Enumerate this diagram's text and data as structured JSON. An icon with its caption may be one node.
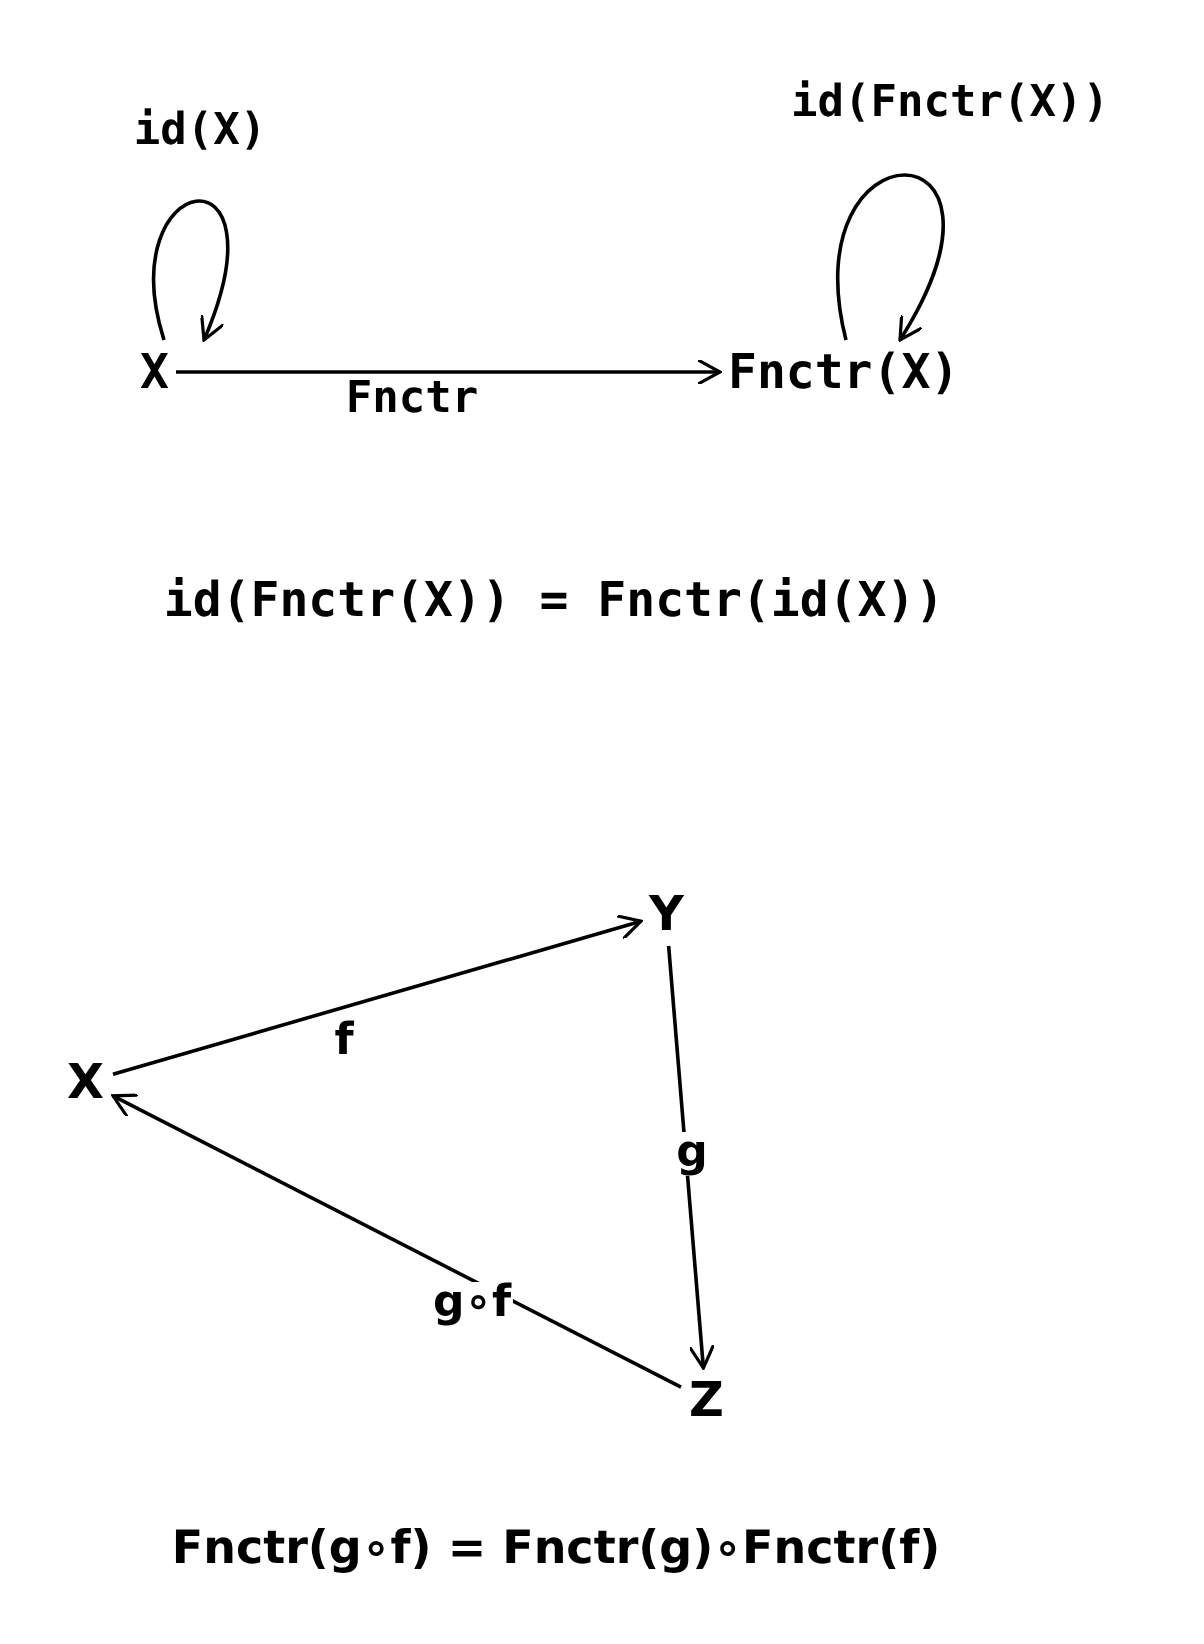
{
  "diagram": {
    "nodes": [
      {
        "text": [
          "X"
        ]
      },
      {
        "text": [
          "Fnctr(X)"
        ]
      },
      {
        "text": [
          "X"
        ]
      },
      {
        "text": [
          "Y"
        ]
      },
      {
        "text": [
          "Z"
        ]
      }
    ],
    "edges": [
      {
        "from": 0,
        "to": 0,
        "arrow": "to",
        "label": "id(X)"
      },
      {
        "from": 1,
        "to": 1,
        "arrow": "to",
        "label": "id(Fnctr(X))"
      },
      {
        "from": 0,
        "to": 1,
        "arrow": "to",
        "label": "Fnctr"
      },
      {
        "from": 2,
        "to": 3,
        "arrow": "to",
        "label": "f"
      },
      {
        "from": 3,
        "to": 4,
        "arrow": "to",
        "label": "g"
      },
      {
        "from": 4,
        "to": 2,
        "arrow": "to",
        "label": "g∘f"
      }
    ],
    "labels": [
      "id(Fnctr(X)) = Fnctr(id(X))",
      "Fnctr(g∘f) = Fnctr(g)∘Fnctr(f)"
    ]
  }
}
